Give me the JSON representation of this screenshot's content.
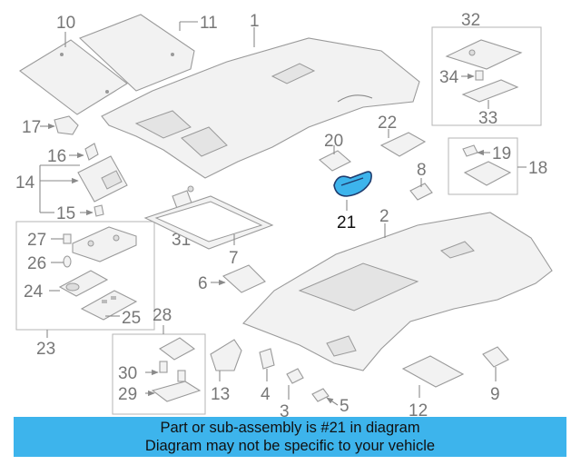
{
  "highlight_color": "#3db4ec",
  "highlighted_part": "21",
  "callouts": {
    "c1": "1",
    "c2": "2",
    "c3": "3",
    "c4": "4",
    "c5": "5",
    "c6": "6",
    "c7": "7",
    "c8": "8",
    "c9": "9",
    "c10": "10",
    "c11": "11",
    "c12": "12",
    "c13": "13",
    "c14": "14",
    "c15": "15",
    "c16": "16",
    "c17": "17",
    "c18": "18",
    "c19": "19",
    "c20": "20",
    "c21": "21",
    "c22": "22",
    "c23": "23",
    "c24": "24",
    "c25": "25",
    "c26": "26",
    "c27": "27",
    "c28": "28",
    "c29": "29",
    "c30": "30",
    "c31": "31",
    "c32": "32",
    "c33": "33",
    "c34": "34"
  },
  "banner": {
    "line1": "Part or sub-assembly is #21 in diagram",
    "line2": "Diagram may not be specific to your vehicle"
  }
}
